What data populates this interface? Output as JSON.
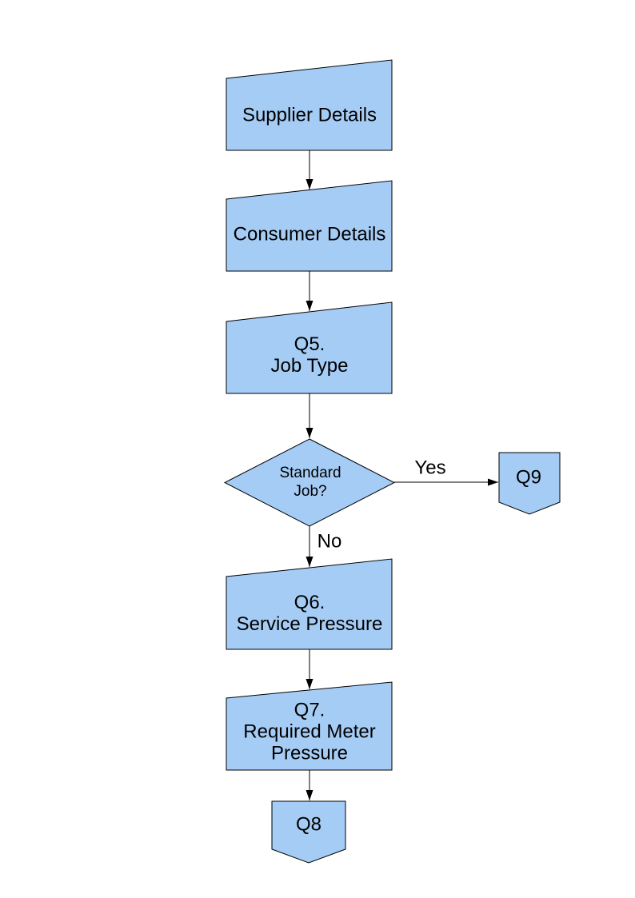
{
  "diagram": {
    "type": "flowchart",
    "colors": {
      "background": "#FFFFFF",
      "node_fill": "#A5CCF5",
      "node_border": "#000000",
      "text": "#000000",
      "arrow": "#000000"
    },
    "nodes": {
      "supplier": {
        "shape": "manual-input",
        "label": "Supplier Details"
      },
      "consumer": {
        "shape": "manual-input",
        "label": "Consumer Details"
      },
      "q5": {
        "shape": "manual-input",
        "line1": "Q5.",
        "line2": "Job Type"
      },
      "decision": {
        "shape": "decision",
        "line1": "Standard",
        "line2": "Job?"
      },
      "q9": {
        "shape": "off-page-connector",
        "label": "Q9"
      },
      "q6": {
        "shape": "manual-input",
        "line1": "Q6.",
        "line2": "Service Pressure"
      },
      "q7": {
        "shape": "manual-input",
        "line1": "Q7.",
        "line2": "Required Meter",
        "line3": "Pressure"
      },
      "q8": {
        "shape": "off-page-connector",
        "label": "Q8"
      }
    },
    "edges": [
      {
        "from": "supplier",
        "to": "consumer",
        "label": ""
      },
      {
        "from": "consumer",
        "to": "q5",
        "label": ""
      },
      {
        "from": "q5",
        "to": "decision",
        "label": ""
      },
      {
        "from": "decision",
        "to": "q9",
        "label": "Yes"
      },
      {
        "from": "decision",
        "to": "q6",
        "label": "No"
      },
      {
        "from": "q6",
        "to": "q7",
        "label": ""
      },
      {
        "from": "q7",
        "to": "q8",
        "label": ""
      }
    ],
    "edge_labels": {
      "yes": "Yes",
      "no": "No"
    }
  }
}
